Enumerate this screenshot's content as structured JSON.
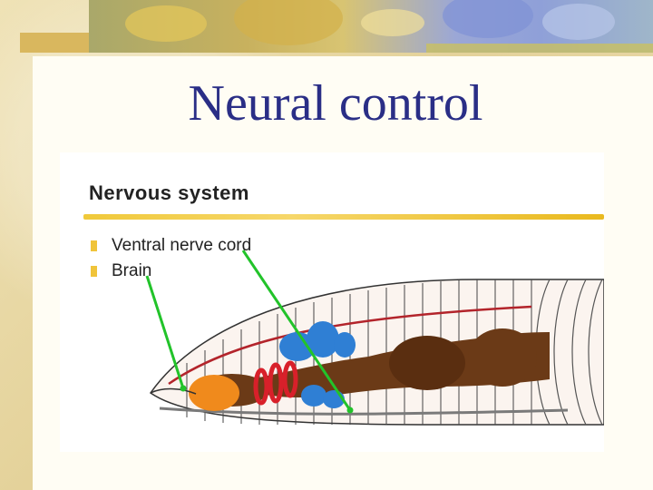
{
  "slide": {
    "title": "Neural control"
  },
  "figure": {
    "heading": "Nervous system",
    "labels": [
      "Ventral nerve cord",
      "Brain"
    ],
    "credit": "",
    "colors": {
      "heading_line": "#f0c93a",
      "pointer": "#22c32a",
      "brain": "#f08a1c",
      "nerve_red": "#d8202a",
      "crop_blue": "#2f7fd4",
      "gut_brown": "#6b3a17"
    }
  }
}
